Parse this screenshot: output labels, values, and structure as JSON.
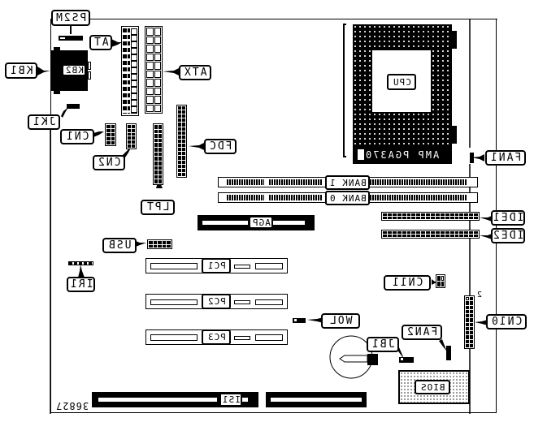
{
  "diagram": {
    "title": "Motherboard component layout (mirrored view)",
    "figure_number": "36827",
    "mirrored": true
  },
  "labels": {
    "ps2m": "PS2M",
    "kb1": "KB1",
    "kb2": "KB2",
    "at": "AT",
    "atx": "ATX",
    "jk1": "JK1",
    "cn1": "CN1",
    "cn2": "CN2",
    "fdc": "FDC",
    "lpt": "LPT",
    "cpu": "CPU",
    "socket": "AMP PGA370",
    "fan1": "FAN1",
    "bank1": "BANK 1",
    "bank0": "BANK 0",
    "agp": "AGP",
    "ide1": "IDE1",
    "ide2": "IDE2",
    "usb": "USB",
    "ir1": "IR1",
    "pc1": "PC1",
    "pc2": "PC2",
    "pc3": "PC3",
    "cn11": "CN11",
    "cn10": "CN10",
    "cn10_pin": "2",
    "wol": "WOL",
    "fan2": "FAN2",
    "jb1": "JB1",
    "bios": "BIOS",
    "is1": "IS1"
  }
}
